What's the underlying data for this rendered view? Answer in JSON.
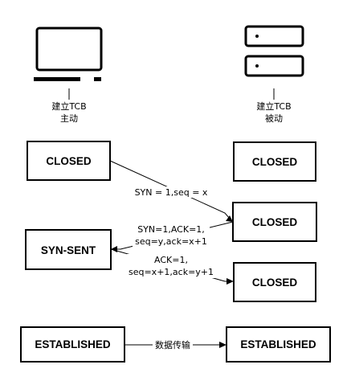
{
  "client": {
    "role_line1": "建立TCB",
    "role_line2": "主动"
  },
  "server": {
    "role_line1": "建立TCB",
    "role_line2": "被动"
  },
  "states": {
    "client_closed": "CLOSED",
    "server_closed_1": "CLOSED",
    "server_closed_2": "CLOSED",
    "syn_sent": "SYN-SENT",
    "server_closed_3": "CLOSED",
    "client_established": "ESTABLISHED",
    "server_established": "ESTABLISHED"
  },
  "messages": {
    "syn": "SYN = 1,seq = x",
    "synack_line1": "SYN=1,ACK=1,",
    "synack_line2": "seq=y,ack=x+1",
    "ack_line1": "ACK=1,",
    "ack_line2": "seq=x+1,ack=y+1",
    "data_transfer": "数据传输"
  }
}
